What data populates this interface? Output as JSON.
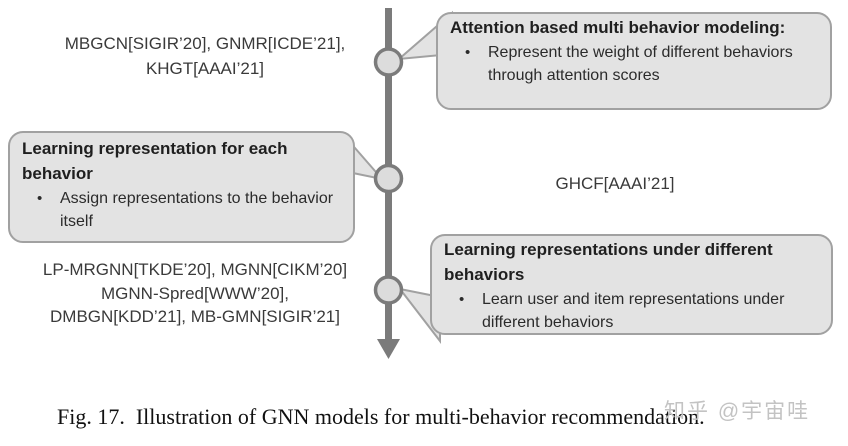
{
  "palette": {
    "box_fill": "#e3e3e3",
    "box_border": "#a1a1a1",
    "timeline_gray": "#7b7b7b",
    "node_fill": "#dcdcdc",
    "annotation_text": "#3a3a3a",
    "watermark_gray": "#c3c3c3"
  },
  "timeline": {
    "node_count": 3,
    "direction": "downward-arrow"
  },
  "callouts": {
    "attention": {
      "title": "Attention based multi behavior modeling:",
      "bullet_glyph": "•",
      "bullet": "Represent the weight of different behaviors through attention scores"
    },
    "each_behavior": {
      "title": "Learning representation for each behavior",
      "bullet_glyph": "•",
      "bullet": "Assign representations to the behavior itself"
    },
    "different_behaviors": {
      "title": "Learning representations under different behaviors",
      "bullet_glyph": "•",
      "bullet": "Learn user and item representations under different behaviors"
    }
  },
  "annotations": {
    "top_left": {
      "line1": "MBGCN[SIGIR’20], GNMR[ICDE’21],",
      "line2": "KHGT[AAAI’21]"
    },
    "middle_right": "GHCF[AAAI’21]",
    "bottom_left": {
      "line1": "LP-MRGNN[TKDE’20], MGNN[CIKM’20]",
      "line2": "MGNN-Spred[WWW’20],",
      "line3": "DMBGN[KDD’21], MB-GMN[SIGIR’21]"
    }
  },
  "caption": "Fig. 17.  Illustration of GNN models for multi-behavior recommendation.",
  "watermark": "知乎 @宇宙哇"
}
